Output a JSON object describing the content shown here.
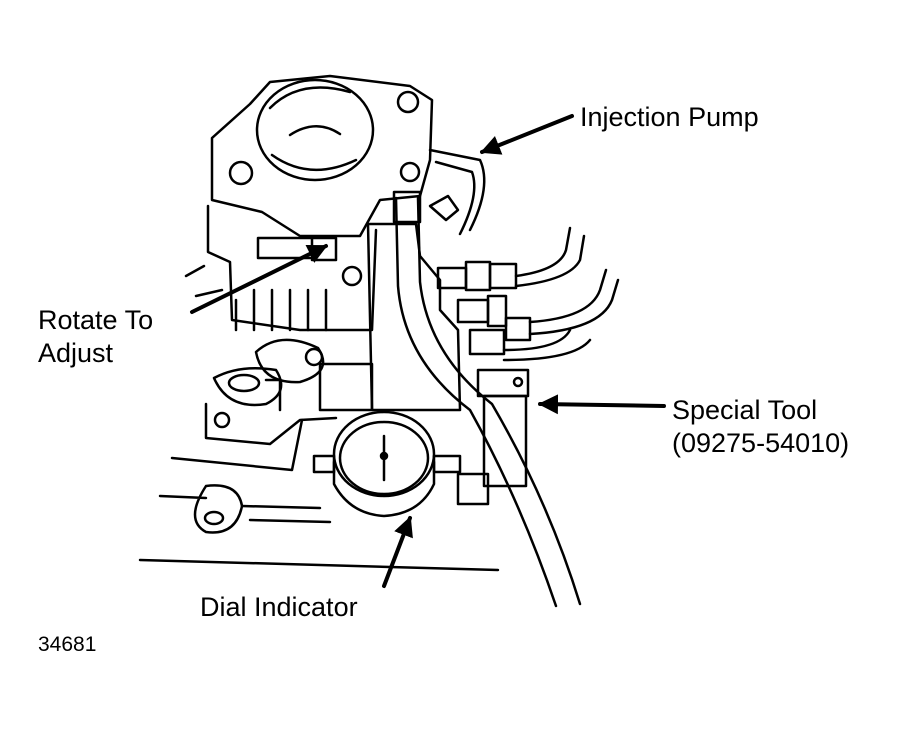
{
  "labels": {
    "injection_pump": "Injection Pump",
    "rotate_to_adjust": [
      "Rotate To",
      "Adjust"
    ],
    "special_tool": [
      "Special Tool",
      "(09275-54010)"
    ],
    "dial_indicator": "Dial Indicator"
  },
  "figure_number": "34681"
}
